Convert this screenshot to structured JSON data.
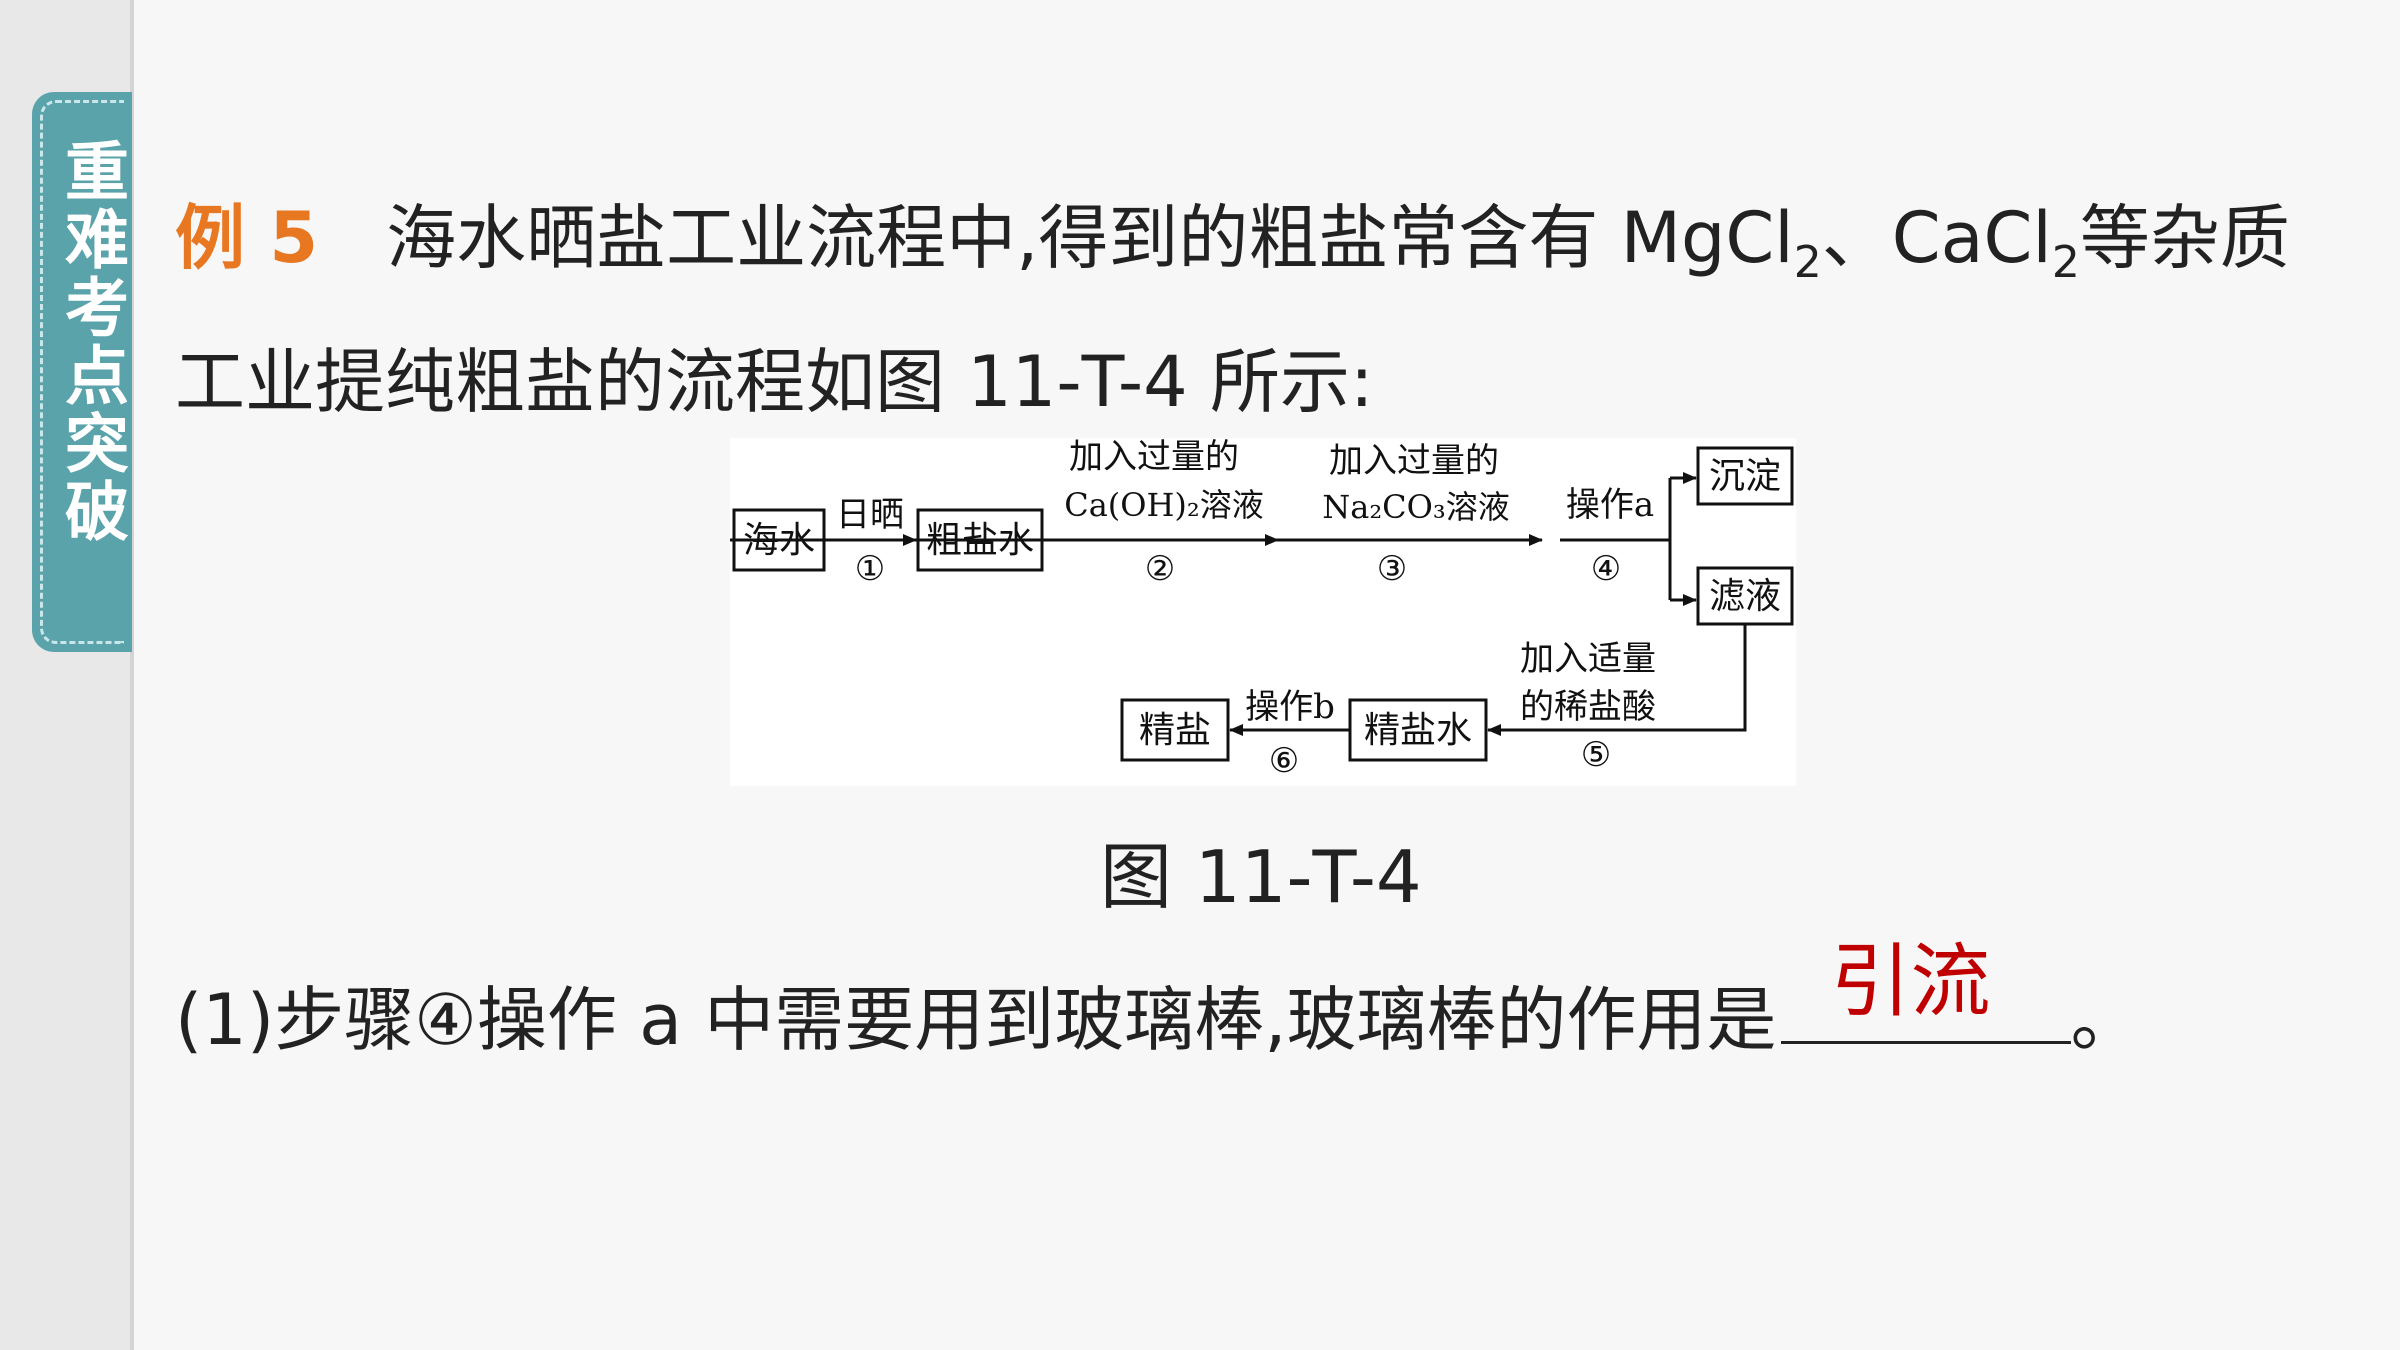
{
  "sidebar": {
    "tag": "重难考点突破"
  },
  "example": {
    "label": "例 5",
    "line1_a": "海水晒盐工业流程中,得到的粗盐常含有 MgCl",
    "sub_a": "2",
    "line1_b": "、CaCl",
    "sub_b": "2",
    "line1_c": "等杂质",
    "line2": "工业提纯粗盐的流程如图 11-T-4 所示:"
  },
  "diagram": {
    "boxes": {
      "seawater": "海水",
      "crude_brine": "粗盐水",
      "precipitate": "沉淀",
      "filtrate": "滤液",
      "pure_brine": "精盐水",
      "pure_salt": "精盐"
    },
    "steps": {
      "s1_label": "日晒",
      "s1_num": "①",
      "s2_label_top": "加入过量的",
      "s2_label_bottom": "Ca(OH)₂溶液",
      "s2_num": "②",
      "s3_label_top": "加入过量的",
      "s3_label_bottom": "Na₂CO₃溶液",
      "s3_num": "③",
      "s4_label": "操作a",
      "s4_num": "④",
      "s5_label_top": "加入适量",
      "s5_label_bottom": "的稀盐酸",
      "s5_num": "⑤",
      "s6_label": "操作b",
      "s6_num": "⑥"
    }
  },
  "caption": "图 11-T-4",
  "question": {
    "text": "(1)步骤④操作 a 中需要用到玻璃棒,玻璃棒的作用是",
    "answer": "引流",
    "end": "。"
  }
}
